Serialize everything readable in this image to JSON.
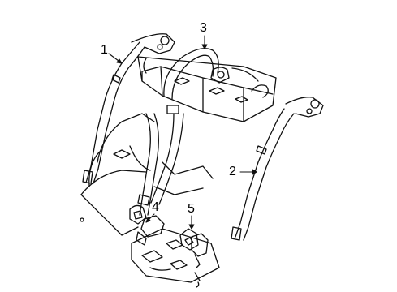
{
  "diagram": {
    "callouts": [
      {
        "id": "c1",
        "label": "1"
      },
      {
        "id": "c2",
        "label": "2"
      },
      {
        "id": "c3",
        "label": "3"
      },
      {
        "id": "c4",
        "label": "4"
      },
      {
        "id": "c5",
        "label": "5"
      }
    ],
    "colors": {
      "line": "#111111",
      "background": "#ffffff"
    }
  }
}
